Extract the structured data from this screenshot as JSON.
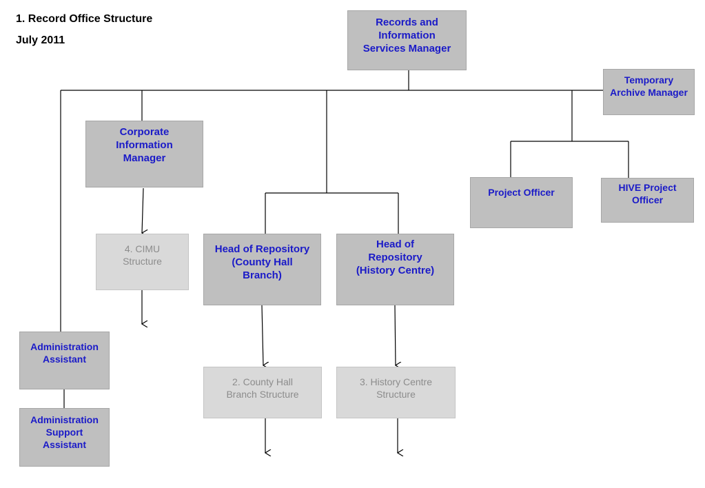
{
  "header": {
    "title": "1. Record Office Structure",
    "date": "July 2011"
  },
  "nodes": {
    "records_manager": "Records and\nInformation\nServices Manager",
    "temporary_archive_manager": "Temporary\nArchive Manager",
    "corporate_info_manager": "Corporate\nInformation\nManager",
    "project_officer": "Project Officer",
    "hive_project_officer": "HIVE Project\nOfficer",
    "cimu_structure": "4. CIMU\nStructure",
    "head_repo_county_hall": "Head of Repository\n(County Hall\nBranch)",
    "head_repo_history_centre": "Head of\nRepository\n(History Centre)",
    "admin_assistant": "Administration\nAssistant",
    "admin_support_assistant": "Administration\nSupport\nAssistant",
    "county_hall_structure": "2. County Hall\nBranch Structure",
    "history_centre_structure": "3. History Centre\nStructure"
  },
  "colors": {
    "node_text": "#1a1ac8",
    "node_fill": "#bfbfbf",
    "sub_structure_fill": "#d9d9d9",
    "sub_structure_text": "#8c8c8c",
    "connector": "#000000"
  }
}
